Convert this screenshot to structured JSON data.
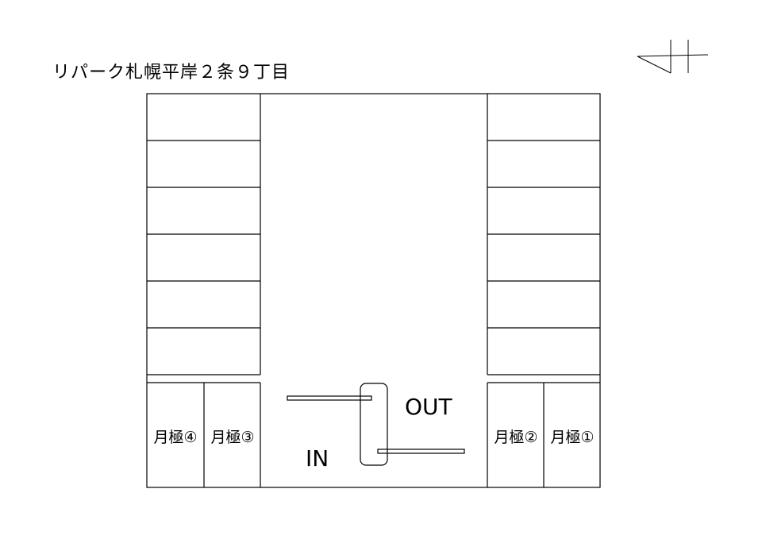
{
  "title": "リパーク札幌平岸２条９丁目",
  "gate_labels": {
    "in": "IN",
    "out": "OUT"
  },
  "monthly_slots": [
    "月極④",
    "月極③",
    "月極②",
    "月極①"
  ],
  "icons": {
    "north": "north-arrow-icon"
  }
}
